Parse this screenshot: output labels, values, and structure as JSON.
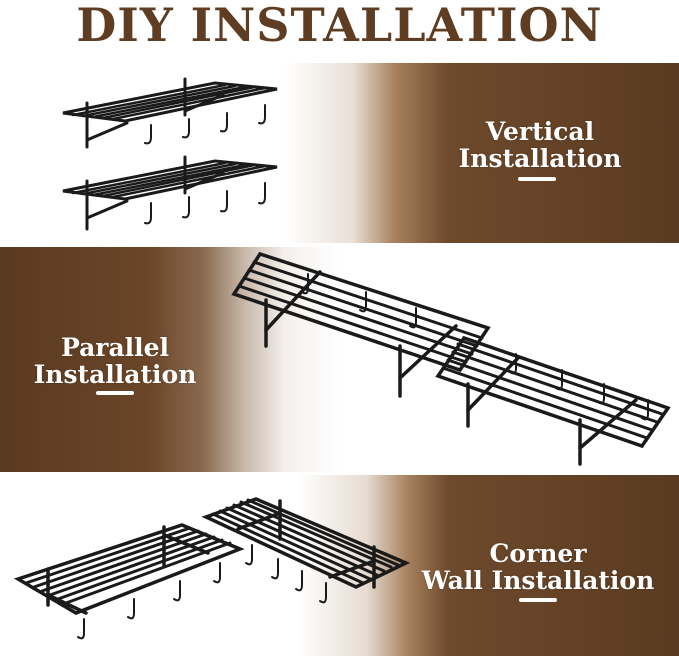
{
  "title": "DIY INSTALLATION",
  "sections": [
    {
      "line1": "Vertical",
      "line2": "Installation"
    },
    {
      "line1": "Parallel",
      "line2": "Installation"
    },
    {
      "line1": "Corner",
      "line2": "Wall Installation"
    }
  ],
  "colors": {
    "brown": "#5e3d22",
    "shelf": "#1a1a1a",
    "text": "#ffffff"
  }
}
